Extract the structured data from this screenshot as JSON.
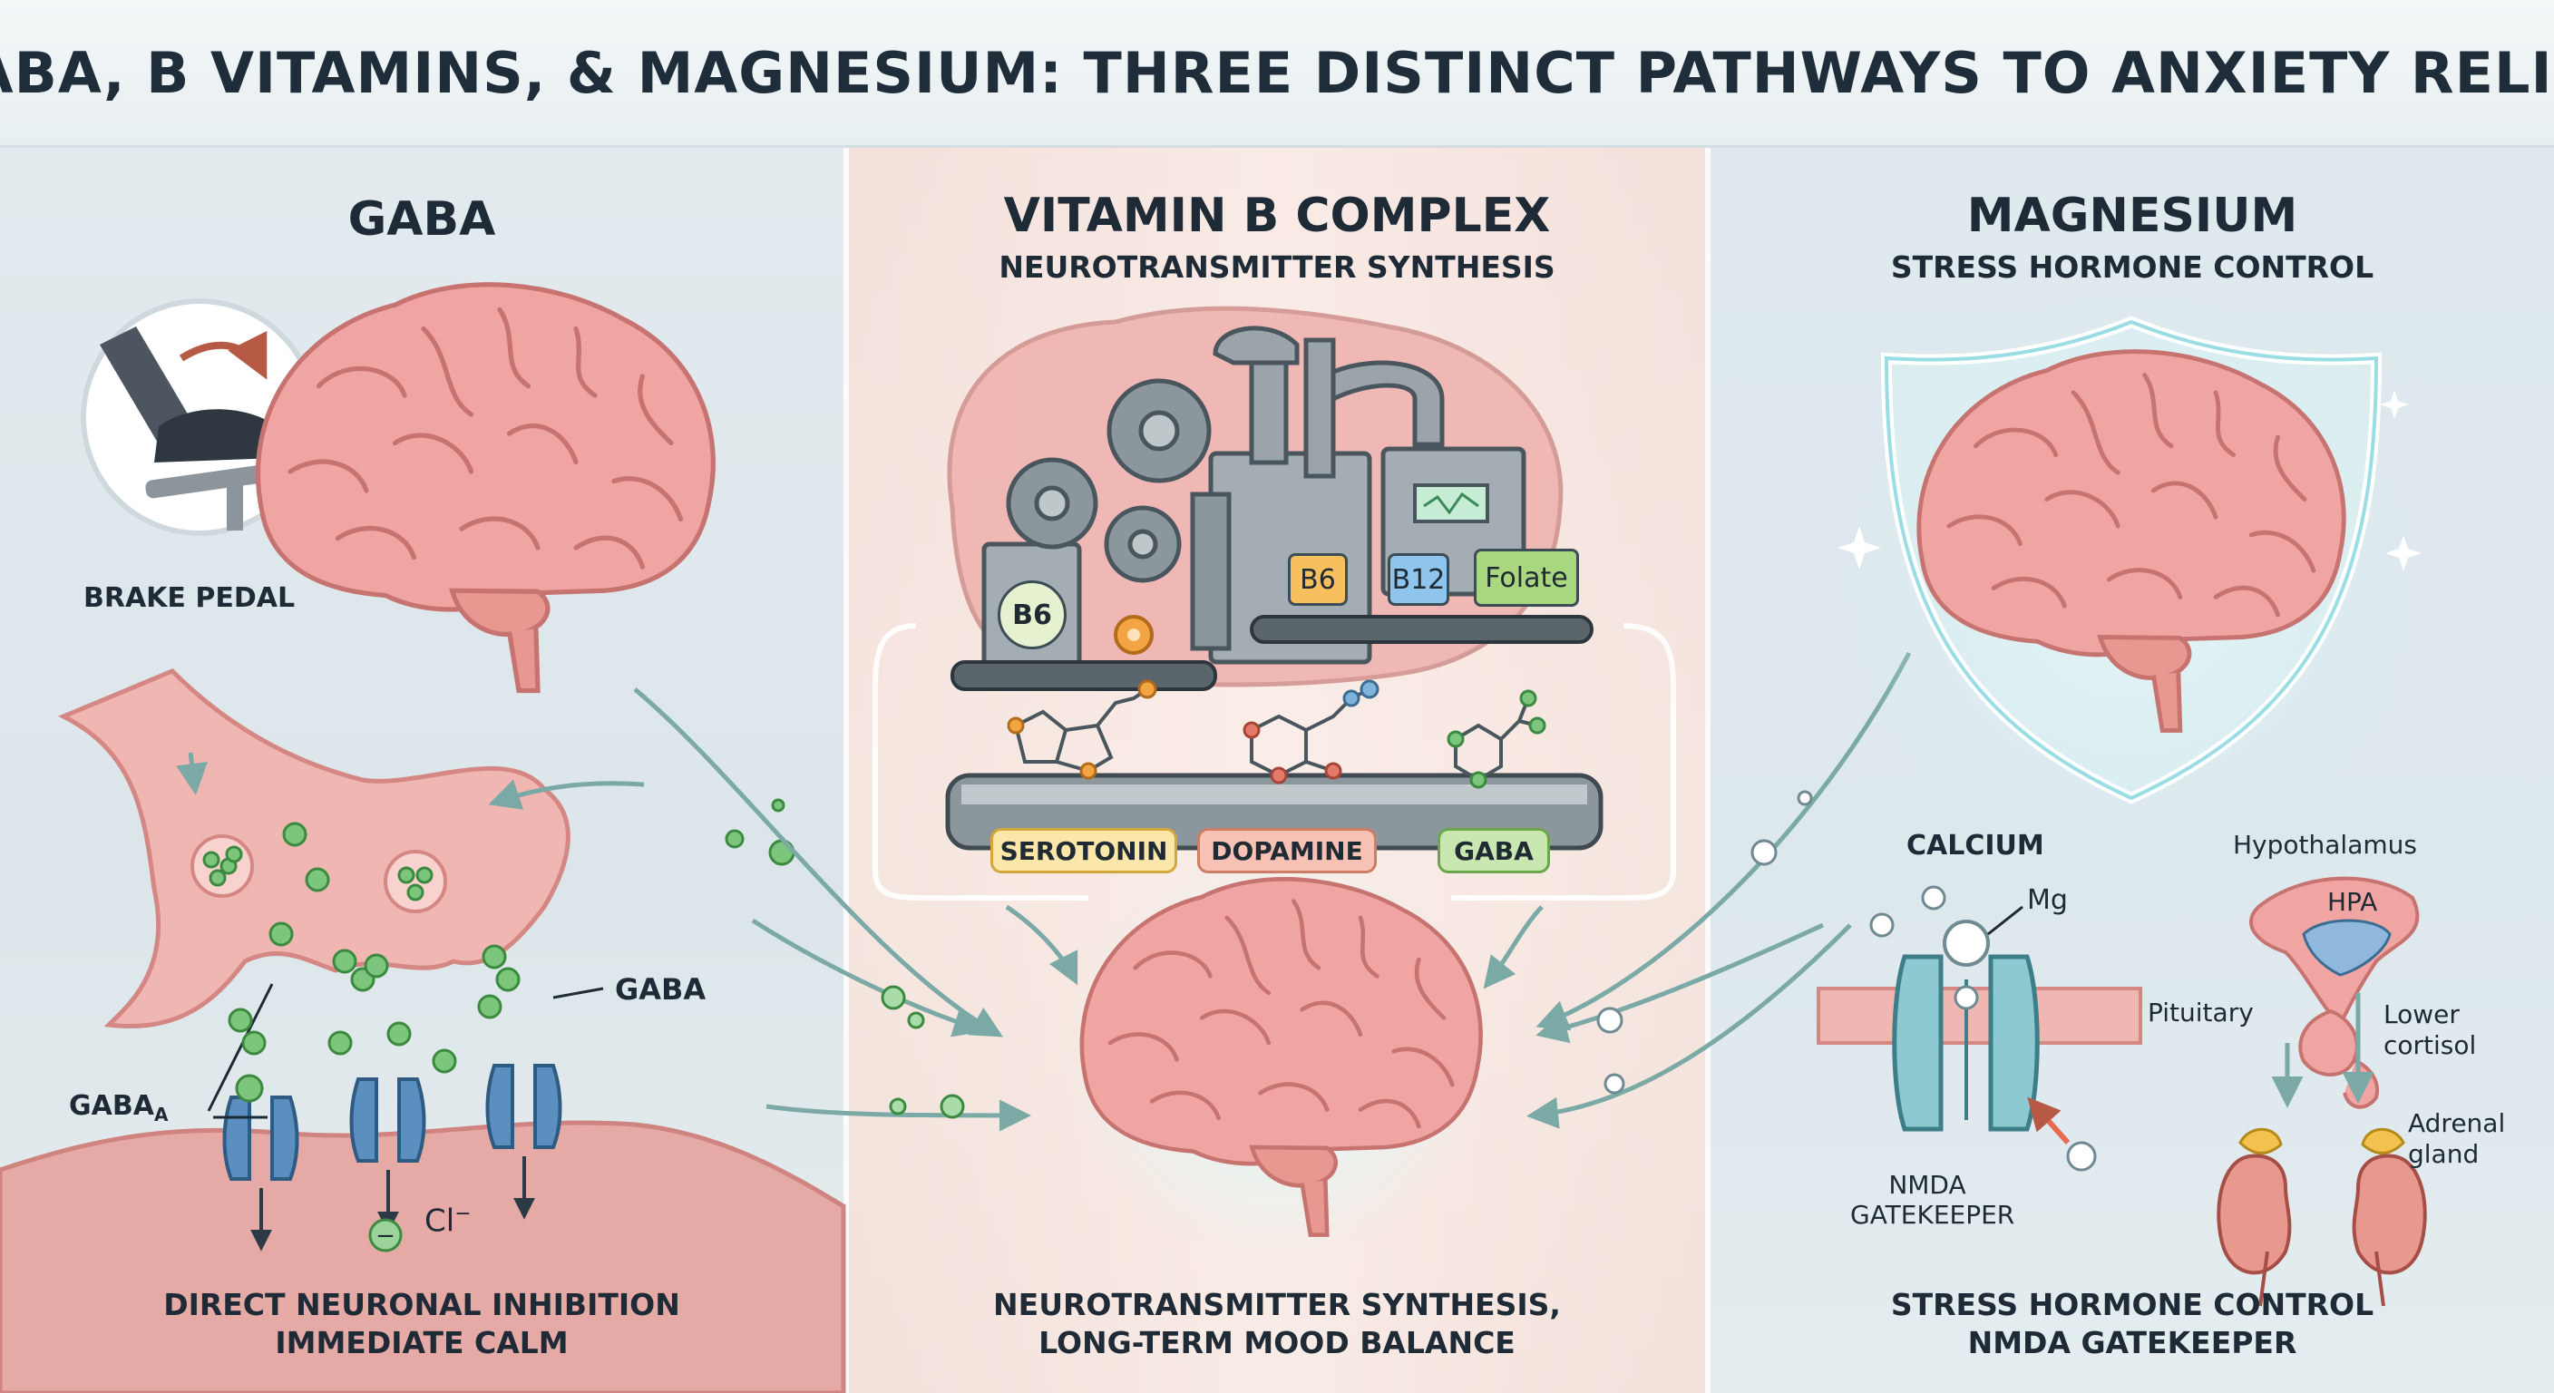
{
  "title": "GABA, B VITAMINS, & MAGNESIUM: THREE DISTINCT PATHWAYS TO ANXIETY RELIEF",
  "panels": {
    "gaba": {
      "heading": "GABA",
      "brake_label": "BRAKE PEDAL",
      "gaba_label": "GABA",
      "receptor_label": "GABA",
      "receptor_sub": "A",
      "chloride_label": "Cl",
      "chloride_sup": "−",
      "caption_line1": "DIRECT NEURONAL INHIBITION",
      "caption_line2": "IMMEDIATE CALM"
    },
    "vitamin_b": {
      "heading": "VITAMIN B COMPLEX",
      "subheading": "NEUROTRANSMITTER SYNTHESIS",
      "chip_b6_left": "B6",
      "chip_b6": "B6",
      "chip_b12": "B12",
      "chip_folate": "Folate",
      "tags": [
        "SEROTONIN",
        "DOPAMINE",
        "GABA"
      ],
      "caption_line1": "NEUROTRANSMITTER SYNTHESIS,",
      "caption_line2": "LONG-TERM MOOD BALANCE"
    },
    "magnesium": {
      "heading": "MAGNESIUM",
      "subheading": "STRESS HORMONE CONTROL",
      "calcium_label": "CALCIUM",
      "mg_label": "Mg",
      "nmda_line1": "NMDA",
      "nmda_line2": "GATEKEEPER",
      "hypothalamus_label": "Hypothalamus",
      "hpa_label": "HPA",
      "pituitary_label": "Pituitary",
      "lower_cortisol_line1": "Lower",
      "lower_cortisol_line2": "cortisol",
      "adrenal_line1": "Adrenal",
      "adrenal_line2": "gland",
      "caption_line1": "STRESS HORMONE CONTROL",
      "caption_line2": "NMDA GATEKEEPER"
    }
  },
  "colors": {
    "brain_pink": "#f0a5a3",
    "brain_outline": "#c77370",
    "gaba_green": "#67b86a",
    "receptor_blue": "#5a8fbf",
    "machine_gray": "#8c979d",
    "shield_cyan": "#b9e8ee",
    "arrow_teal": "#7aa9a6"
  },
  "icons": [
    "foot-brake-icon",
    "gear-icon",
    "molecule-icon",
    "shield-icon",
    "kidney-icon",
    "ion-channel-icon"
  ]
}
